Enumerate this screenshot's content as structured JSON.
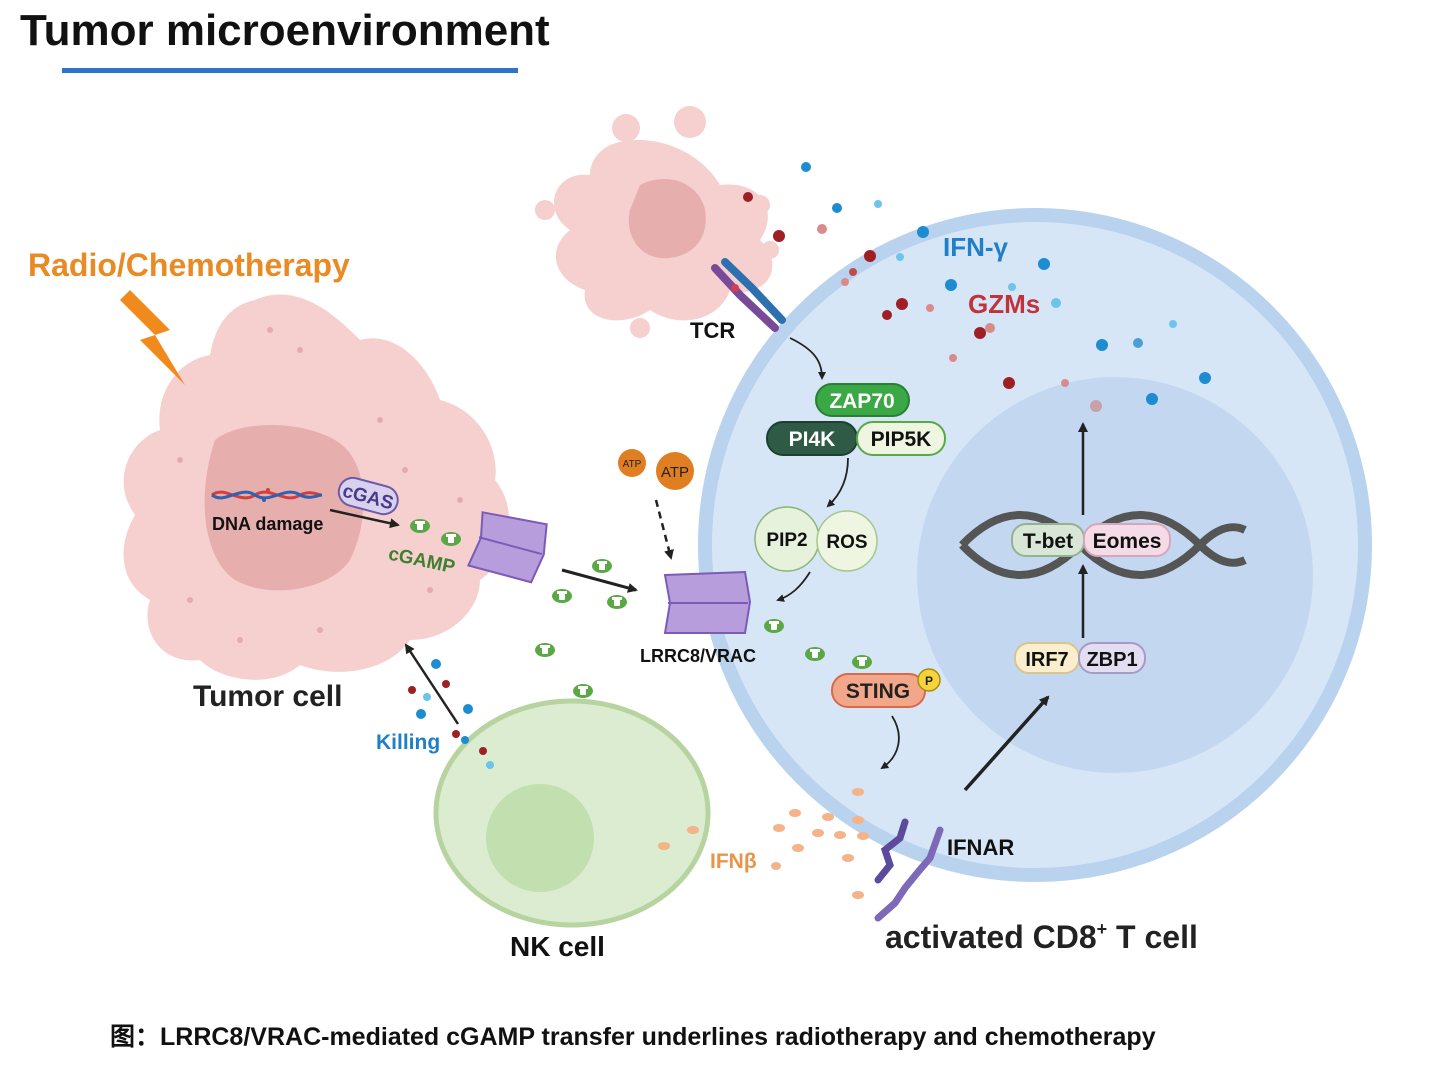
{
  "title": "Tumor microenvironment",
  "caption": "图：LRRC8/VRAC-mediated cGAMP transfer underlines radiotherapy and chemotherapy",
  "colors": {
    "title_underline": "#2e75c9",
    "radio_label": "#e98a24",
    "ifn_gamma": "#1f7fc8",
    "gzms": "#c0333b",
    "killing": "#1f7fc8",
    "ifnb": "#e8954a",
    "cgamp_green": "#4c9a3c",
    "tumor_pink": "#f5cfcf",
    "tcell_blue": "#d3e4f5",
    "nk_green": "#dcebcf"
  },
  "labels": {
    "radio_chemo": "Radio/Chemotherapy",
    "dna_damage": "DNA damage",
    "cgas": "cGAS",
    "cgamp": "cGAMP",
    "tumor_cell": "Tumor cell",
    "tcr": "TCR",
    "atp": "ATP",
    "lrrc8": "LRRC8/VRAC",
    "ifn_gamma": "IFN-γ",
    "gzms": "GZMs",
    "zap70": "ZAP70",
    "pi4k": "PI4K",
    "pip5k": "PIP5K",
    "pip2": "PIP2",
    "ros": "ROS",
    "sting": "STING",
    "phospho": "P",
    "tbet": "T-bet",
    "eomes": "Eomes",
    "irf7": "IRF7",
    "zbp1": "ZBP1",
    "killing": "Killing",
    "nk_cell": "NK cell",
    "ifnb": "IFNβ",
    "ifnar": "IFNAR",
    "cd8_main": "activated CD8",
    "cd8_sup": "+",
    "cd8_tail": " T cell"
  }
}
